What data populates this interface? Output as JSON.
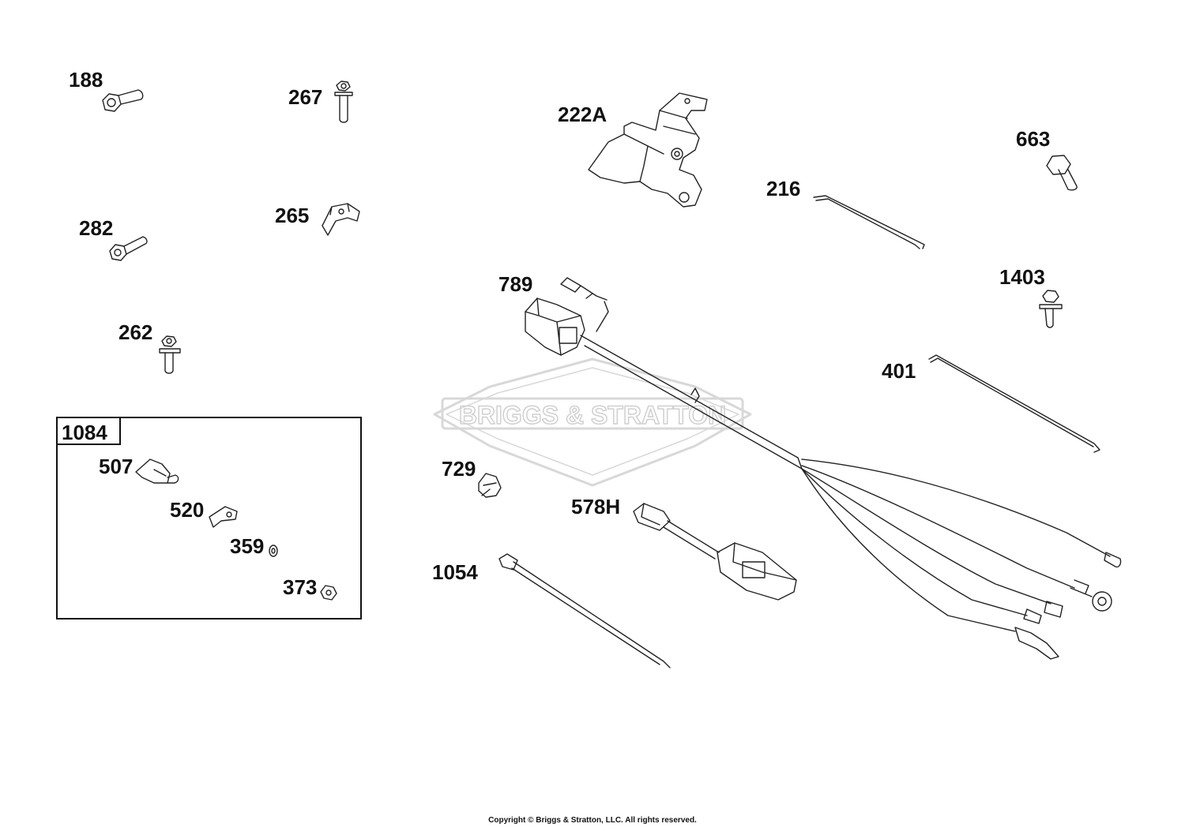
{
  "labels": {
    "p188": "188",
    "p267": "267",
    "p282": "282",
    "p265": "265",
    "p262": "262",
    "p222a": "222A",
    "p663": "663",
    "p216": "216",
    "p789": "789",
    "p1403": "1403",
    "p401": "401",
    "p1084": "1084",
    "p507": "507",
    "p520": "520",
    "p359": "359",
    "p373": "373",
    "p729": "729",
    "p578h": "578H",
    "p1054": "1054"
  },
  "watermark": "BRIGGS & STRATTON",
  "copyright": "Copyright © Briggs & Stratton, LLC. All rights reserved.",
  "colors": {
    "line": "#222222",
    "watermark": "#dddddd"
  }
}
